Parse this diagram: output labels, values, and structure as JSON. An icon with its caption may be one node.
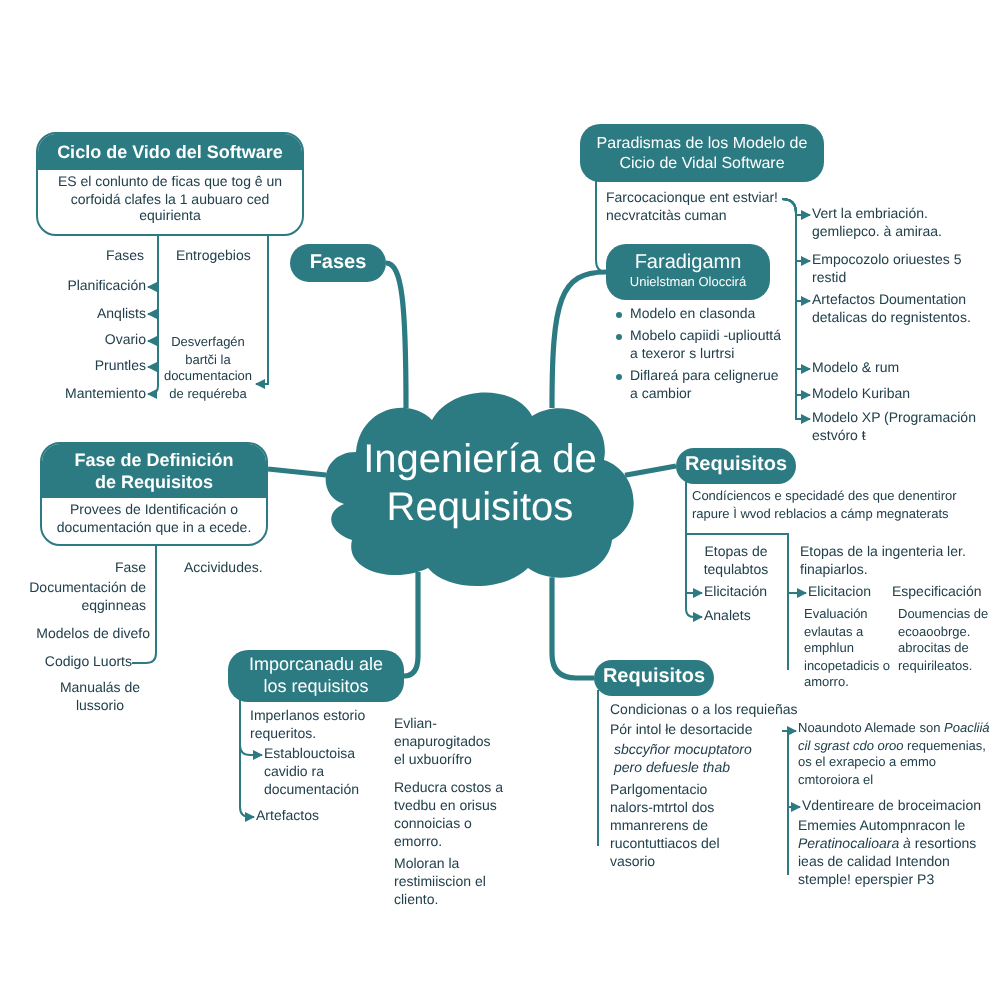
{
  "diagram": {
    "nodes": [
      {
        "text": [
          "Ingeniería de Requisitos"
        ]
      },
      {
        "text": [
          "Ciclo de Vido del Software",
          "ES el conlunto de ficas que tog ê un corfoidá clafes la 1 aubuaro ced equirienta"
        ]
      },
      {
        "text": [
          "Planificación"
        ]
      },
      {
        "text": [
          "Anqlists"
        ]
      },
      {
        "text": [
          "Ovario"
        ]
      },
      {
        "text": [
          "Pruntles"
        ]
      },
      {
        "text": [
          "Mantemiento"
        ]
      },
      {
        "text": [
          "Desverfagén bartči la documentacion de requéreba"
        ]
      },
      {
        "text": [
          "Fases"
        ]
      },
      {
        "text": [
          "Paradismas de los Modelo de Cicio de Vidal Software"
        ]
      },
      {
        "text": [
          "Farcocacionque ent estviar! necvratcitàs cuman"
        ]
      },
      {
        "text": [
          "Vert la embriación. gemliepco. à amiraa."
        ]
      },
      {
        "text": [
          "Empocozolo oriuestes 5 restid"
        ]
      },
      {
        "text": [
          "Artefactos Doumentation detalicas do regnistentos."
        ]
      },
      {
        "text": [
          "Modelo & rum"
        ]
      },
      {
        "text": [
          "Modelo Kuriban"
        ]
      },
      {
        "text": [
          "Modelo XP (Programación estvóro ŧ"
        ]
      },
      {
        "text": [
          "Faradigamn",
          "Unielstman Oloccirá"
        ],
        "beside": [
          "Modelo en clasonda",
          "Mobelo capiidi -upliouttá a texeror s lurtrsi"
        ]
      },
      {
        "text": [
          "Fase de Definición de Requisitos",
          "Provees de Identificación o documentación que in a ecede."
        ]
      },
      {
        "text": [
          "Codigo Luorts"
        ]
      },
      {
        "text": [
          "Requisitos"
        ],
        "beside": [
          "Condíciencos e specidadé des que denentiror rapure Ì wvod reblacios a cámp megnaterats"
        ]
      },
      {
        "text": [
          "Elicitación"
        ]
      },
      {
        "text": [
          "Analets"
        ]
      },
      {
        "text": [
          "Elicitacion"
        ],
        "beside": [
          "Evaluación evlautas a emphlun incopetadicis o amorro."
        ]
      },
      {
        "text": [
          "Imporcanadu ale los requisitos"
        ],
        "beside": [
          "Imperlanos estorio requeritos."
        ]
      },
      {
        "text": [
          "Establouctoisa cavidio ra documentación"
        ]
      },
      {
        "text": [
          "Artefactos"
        ]
      },
      {
        "text": [
          "Requisitos"
        ],
        "beside": [
          "Condicionas o a los requieñas",
          "sbccyñor mocuptatoro pero defuesle thab",
          "Parlgomentacio nalors-mtrtol dos mmanrerens de rucontuttiacos del vasorio"
        ]
      },
      {
        "text": [
          "Pór intol łe desortacide"
        ]
      },
      {
        "text": [
          "Noaundoto Alemade son *Poacliiá cil sgrast cdo oroo* requemenias, os el exrapecio a emmo cmtoroiora el"
        ]
      },
      {
        "text": [
          "Vdentireare de broceimacion"
        ],
        "beside": [
          "Ememies Autompnracon le *Peratinocalioara à* resortions ieas de calidad Intendon stemple! eperspier P3"
        ]
      }
    ],
    "edges": [
      {
        "from": 0,
        "to": 8,
        "arrow": "none",
        "style": "thick"
      },
      {
        "from": 0,
        "to": 17,
        "arrow": "none",
        "style": "thick"
      },
      {
        "from": 0,
        "to": 18,
        "arrow": "none",
        "style": "thick"
      },
      {
        "from": 0,
        "to": 20,
        "arrow": "none",
        "style": "thick"
      },
      {
        "from": 0,
        "to": 24,
        "arrow": "none",
        "style": "thick"
      },
      {
        "from": 0,
        "to": 27,
        "arrow": "none",
        "style": "thick"
      },
      {
        "from": 1,
        "to": 2,
        "arrow": "to"
      },
      {
        "from": 1,
        "to": 3,
        "arrow": "to"
      },
      {
        "from": 1,
        "to": 4,
        "arrow": "to"
      },
      {
        "from": 1,
        "to": 5,
        "arrow": "to"
      },
      {
        "from": 1,
        "to": 6,
        "arrow": "to"
      },
      {
        "from": 1,
        "to": 7,
        "arrow": "to"
      },
      {
        "from": 9,
        "to": 17,
        "arrow": "none"
      },
      {
        "from": 10,
        "to": 11,
        "arrow": "to"
      },
      {
        "from": 10,
        "to": 12,
        "arrow": "to"
      },
      {
        "from": 10,
        "to": 13,
        "arrow": "to"
      },
      {
        "from": 10,
        "to": 14,
        "arrow": "to"
      },
      {
        "from": 10,
        "to": 15,
        "arrow": "to"
      },
      {
        "from": 10,
        "to": 16,
        "arrow": "to"
      },
      {
        "from": 20,
        "to": 21,
        "arrow": "to"
      },
      {
        "from": 20,
        "to": 22,
        "arrow": "to"
      },
      {
        "from": 20,
        "to": 23,
        "arrow": "to"
      },
      {
        "from": 18,
        "to": 19,
        "arrow": "none"
      },
      {
        "from": 24,
        "to": 25,
        "arrow": "to"
      },
      {
        "from": 24,
        "to": 26,
        "arrow": "to"
      },
      {
        "from": 28,
        "to": 29,
        "arrow": "to"
      },
      {
        "from": 28,
        "to": 30,
        "arrow": "to"
      }
    ],
    "labels": [
      "Fases",
      "Entrogebios",
      "Diflareá para celignerue a cambior",
      "Fase",
      "Accividudes.",
      "Documentación de eqginneas",
      "Modelos de divefo",
      "Manualás de lussorio",
      "Etopas de tequlabtos",
      "Etopas de la ingenteria ler. finapiarlos.",
      "Especificación",
      "Doumencias de ecoaoobrge. abrocitas de requirileatos.",
      "Evlian- enapurogitados el uxbuorífro",
      "Reducra costos a tvedbu en orisus connoicias o emorro.",
      "Moloran la restimiiscion el cliento."
    ]
  }
}
